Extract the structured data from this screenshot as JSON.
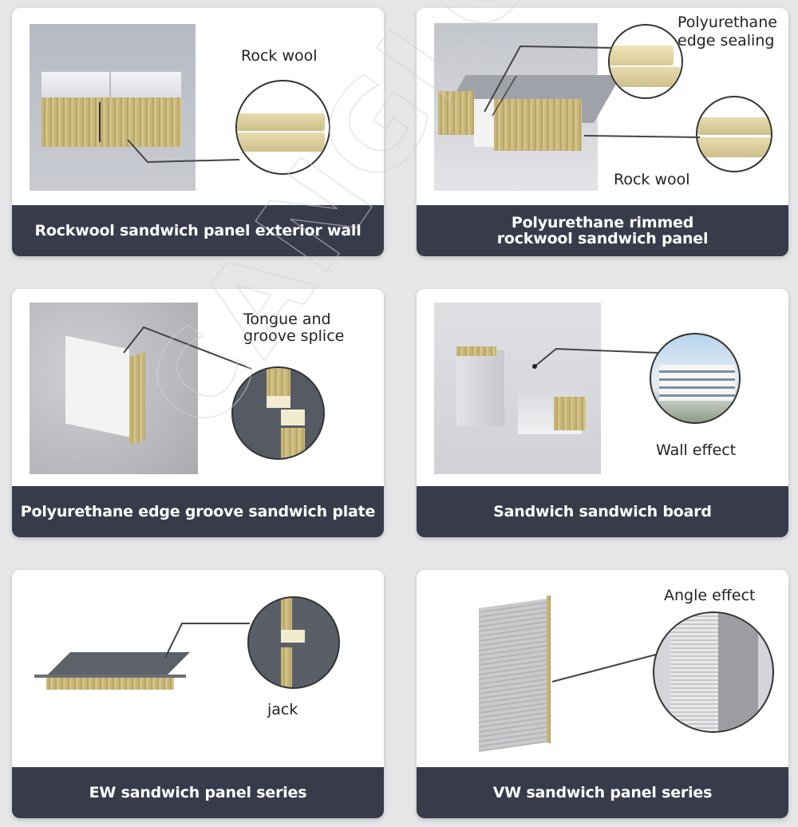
{
  "watermark": "CANGLONG",
  "colors": {
    "background": "#e6e6e8",
    "card": "#ffffff",
    "caption_bar": "#383b4a",
    "caption_text": "#ffffff",
    "rock_wool": "#c8b678"
  },
  "cards": [
    {
      "caption": "Rockwool sandwich panel exterior wall",
      "callouts": [
        "Rock wool"
      ]
    },
    {
      "caption_line1": "Polyurethane rimmed",
      "caption_line2": "rockwool sandwich panel",
      "callouts": [
        "Polyurethane",
        "edge sealing",
        "Rock wool"
      ]
    },
    {
      "caption": "Polyurethane edge groove sandwich plate",
      "callouts": [
        "Tongue and",
        "groove splice"
      ]
    },
    {
      "caption": "Sandwich sandwich board",
      "callouts": [
        "Wall effect"
      ]
    },
    {
      "caption": "EW sandwich panel series",
      "callouts": [
        "jack"
      ]
    },
    {
      "caption": "VW sandwich panel series",
      "callouts": [
        "Angle effect"
      ]
    }
  ]
}
